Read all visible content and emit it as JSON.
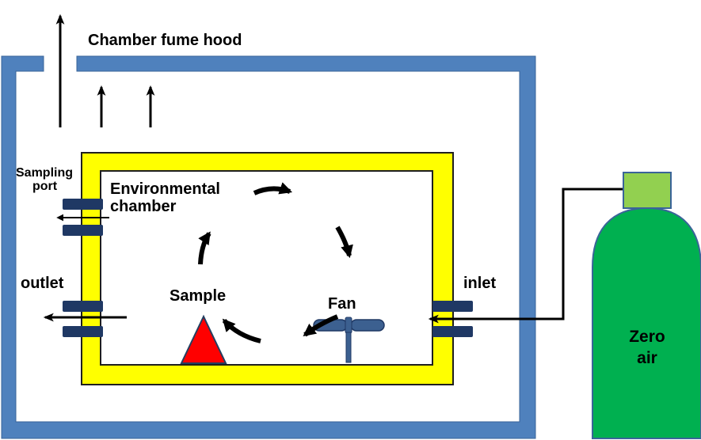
{
  "labels": {
    "hood": "Chamber fume hood",
    "sampling_port_line1": "Sampling",
    "sampling_port_line2": "port",
    "env_chamber_line1": "Environmental",
    "env_chamber_line2": "chamber",
    "outlet": "outlet",
    "inlet": "inlet",
    "sample": "Sample",
    "fan": "Fan",
    "zero_air_line1": "Zero",
    "zero_air_line2": "air"
  },
  "colors": {
    "hood_wall": "#4F81BD",
    "hood_wall_stroke": "#3A6499",
    "chamber_wall": "#FFFF00",
    "chamber_wall_stroke": "#1F1F1F",
    "port": "#1F3864",
    "sample": "#FF0000",
    "sample_stroke": "#243F60",
    "fan": "#3C6090",
    "fan_stroke": "#1F3864",
    "cylinder_body": "#00B050",
    "cylinder_stroke": "#3A6499",
    "cylinder_valve": "#92D050",
    "arrow": "#000000"
  },
  "icons": {
    "exhaust": "up-arrow-icon",
    "airflow": "curved-arrow-icon",
    "fan": "fan-icon",
    "sample": "triangle-icon",
    "cylinder": "gas-cylinder-icon"
  }
}
